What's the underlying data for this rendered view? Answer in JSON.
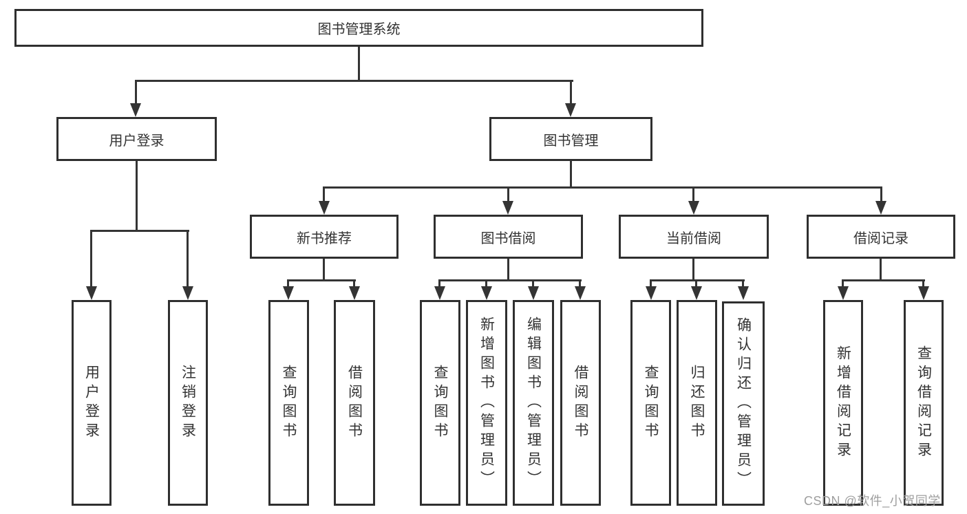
{
  "tree": {
    "label": "图书管理系统",
    "children": [
      {
        "label": "用户登录",
        "children": [
          {
            "label": "用户登录"
          },
          {
            "label": "注销登录"
          }
        ]
      },
      {
        "label": "图书管理",
        "children": [
          {
            "label": "新书推荐",
            "children": [
              {
                "label": "查询图书"
              },
              {
                "label": "借阅图书"
              }
            ]
          },
          {
            "label": "图书借阅",
            "children": [
              {
                "label": "查询图书"
              },
              {
                "label": "新增图书（管理员）"
              },
              {
                "label": "编辑图书（管理员）"
              },
              {
                "label": "借阅图书"
              }
            ]
          },
          {
            "label": "当前借阅",
            "children": [
              {
                "label": "查询图书"
              },
              {
                "label": "归还图书"
              },
              {
                "label": "确认归还（管理员）"
              }
            ]
          },
          {
            "label": "借阅记录",
            "children": [
              {
                "label": "新增借阅记录"
              },
              {
                "label": "查询借阅记录"
              }
            ]
          }
        ]
      }
    ]
  },
  "watermark": {
    "text": "CSDN @软件_小贺同学"
  },
  "colors": {
    "line": "#343434",
    "box_border": "#2f2f2f",
    "text": "#333333",
    "watermark": "#9e9e9e",
    "background": "#ffffff"
  }
}
